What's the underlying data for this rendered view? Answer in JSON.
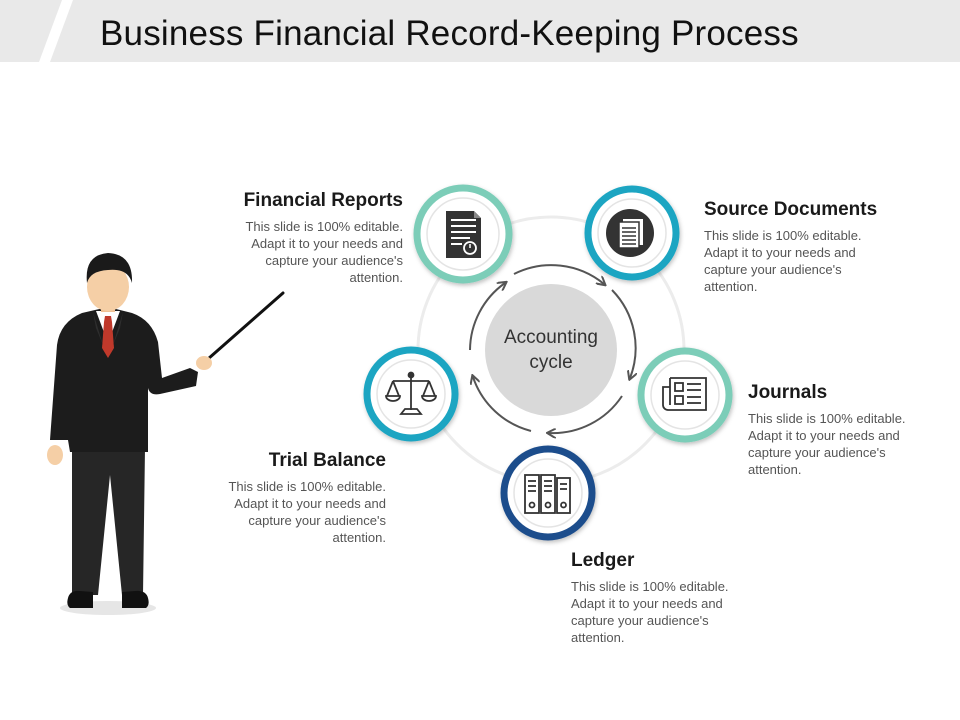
{
  "title": "Business Financial Record-Keeping Process",
  "center": {
    "line1": "Accounting",
    "line2": "cycle"
  },
  "steps": [
    {
      "title": "Financial Reports",
      "text": "This slide is 100% editable. Adapt it to your needs and capture your audience's attention.",
      "icon": "report-document-icon",
      "ring_color": "#7ccdb8"
    },
    {
      "title": "Source Documents",
      "text": "This slide is 100% editable. Adapt it to your needs and capture your audience's attention.",
      "icon": "documents-stack-icon",
      "ring_color": "#1aa5c2"
    },
    {
      "title": "Journals",
      "text": "This slide is 100% editable. Adapt it to your needs and capture your audience's attention.",
      "icon": "newspaper-icon",
      "ring_color": "#7ccdb8"
    },
    {
      "title": "Ledger",
      "text": "This slide is 100% editable. Adapt it to your needs and capture your audience's attention.",
      "icon": "ledger-binders-icon",
      "ring_color": "#1f4e8c"
    },
    {
      "title": "Trial Balance",
      "text": "This slide is 100% editable. Adapt it to your needs and capture your audience's attention.",
      "icon": "balance-scale-icon",
      "ring_color": "#1aa5c2"
    }
  ],
  "colors": {
    "banner": "#e9e9e9",
    "center_disc": "#d9d9d9",
    "arrows": "#555555",
    "outer_ring": "#ececec"
  },
  "presenter": {
    "icon": "businessman-with-pointer-icon"
  }
}
